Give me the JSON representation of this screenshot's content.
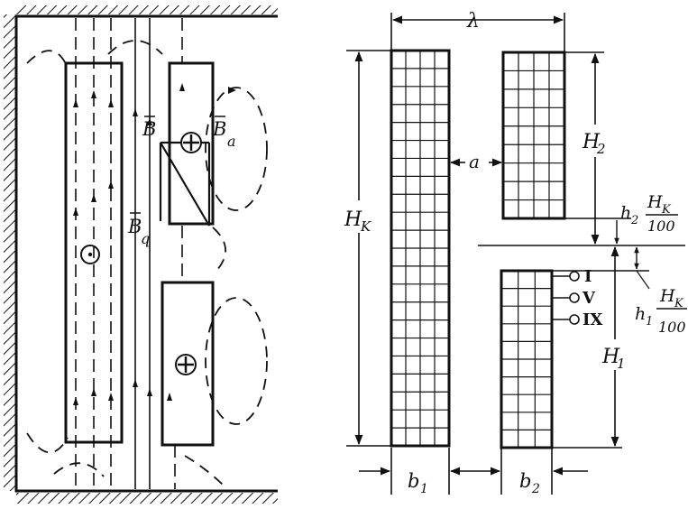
{
  "left_figure": {
    "labels": {
      "b": "B",
      "b_a": "B",
      "b_a_sub": "a",
      "b_q": "B",
      "b_q_sub": "q"
    }
  },
  "right_figure": {
    "labels": {
      "lambda": "λ",
      "a": "a",
      "h2_big": "H",
      "h2_big_sub": "2",
      "hk": "H",
      "hk_sub": "K",
      "h2_small": "h",
      "h2_small_sub": "2",
      "frac_num": "H",
      "frac_num_sub": "K",
      "frac_den": "100",
      "h1_small": "h",
      "h1_small_sub": "1",
      "h1_big": "H",
      "h1_big_sub": "1",
      "b1": "b",
      "b1_sub": "1",
      "b2": "b",
      "b2_sub": "2"
    },
    "taps": [
      "I",
      "V",
      "IX"
    ]
  }
}
